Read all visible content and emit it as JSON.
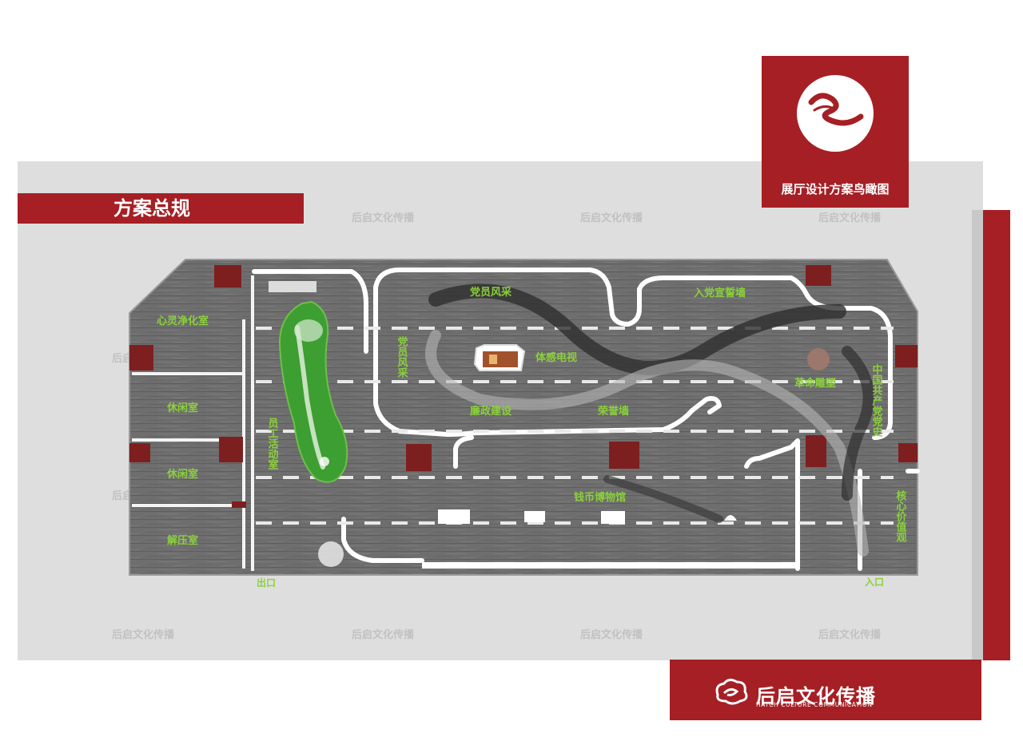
{
  "header": {
    "section_title": "方案总规"
  },
  "badge": {
    "caption": "展厅设计方案鸟瞰图",
    "icon": "wave-logo-icon"
  },
  "brand": {
    "name_cn": "后启文化传播",
    "name_en": "HATCH CULTURE COMMUNICATION",
    "icon": "cloud-logo-icon"
  },
  "watermark": {
    "text": "后启文化传播"
  },
  "colors": {
    "accent_red": "#a51f24",
    "label_green": "#8bd13a",
    "floor_gray": "#6f6f6f",
    "panel_gray": "#dedede"
  },
  "rooms": {
    "soul_purify": "心灵净化室",
    "lounge_1": "休闲室",
    "lounge_2": "休闲室",
    "stress_relief": "解压室",
    "staff_activity": "员工活动室",
    "exit": "出口",
    "entrance": "入口",
    "party_style_top": "党员风采",
    "party_style_side": "党员风采",
    "oath_wall": "入党宣誓墙",
    "motion_tv": "体感电视",
    "clean_gov": "廉政建设",
    "honor_wall": "荣誉墙",
    "revolution_statue": "革命雕塑",
    "cpc_history": "中国共产党党史",
    "coin_museum": "钱币博物馆",
    "core_values": "核心价值观"
  }
}
